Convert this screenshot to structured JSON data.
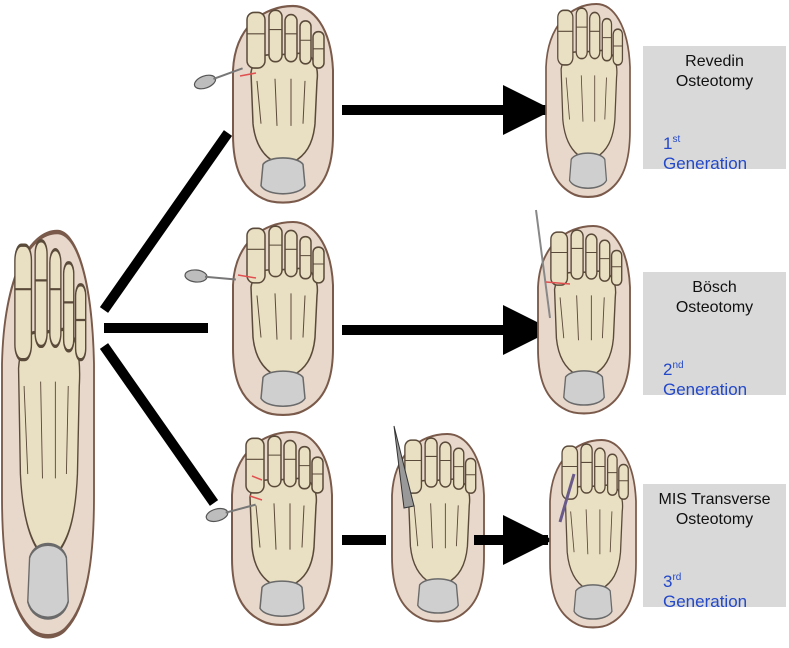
{
  "colors": {
    "generation_text": "#2348c9",
    "label_box": "#d9d9d9",
    "arrow": "#000000",
    "foot_skin": "#e8d8cc",
    "foot_outline": "#7a5a4a",
    "bone": "#e9dfc2",
    "bone_outline": "#5a4a3a",
    "cut_line": "#e05050",
    "instrument": "#bdbdbd"
  },
  "icons": [
    "foot-skeleton-icon",
    "burr-drill-icon",
    "k-wire-icon",
    "arrow-icon"
  ],
  "techniques": [
    {
      "name_line1": "Revedin",
      "name_line2": "Osteotomy",
      "gen_number": "1",
      "gen_suffix": "st",
      "gen_word": "Generation"
    },
    {
      "name_line1": "Bösch",
      "name_line2": "Osteotomy",
      "gen_number": "2",
      "gen_suffix": "nd",
      "gen_word": "Generation"
    },
    {
      "name_line1": "MIS Transverse",
      "name_line2": "Osteotomy",
      "gen_number": "3",
      "gen_suffix": "rd",
      "gen_word": "Generation"
    }
  ]
}
